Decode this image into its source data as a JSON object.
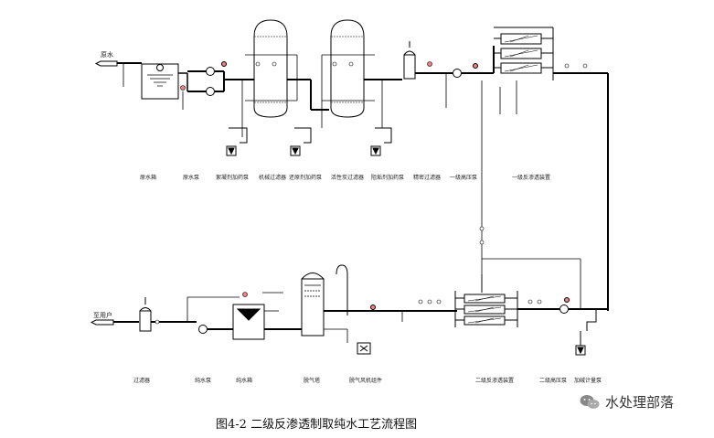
{
  "inputs": {
    "raw_water": "原水",
    "to_use": "至用户"
  },
  "labels_top": [
    "原水箱",
    "原水泵",
    "絮凝剂加药泵",
    "机械过滤器",
    "还原剂加药泵",
    "活性炭过滤器",
    "阻垢剂加药泵",
    "精密过滤器",
    "一级高压泵",
    "一级反渗透装置"
  ],
  "labels_bottom": [
    "过滤器",
    "纯水泵",
    "纯水箱",
    "脱气塔",
    "脱气风机组件",
    "二级反渗透装置",
    "二级高压泵",
    "加碱计量泵"
  ],
  "caption": "图4-2   二级反渗透制取纯水工艺流程图",
  "watermark": "水处理部落"
}
